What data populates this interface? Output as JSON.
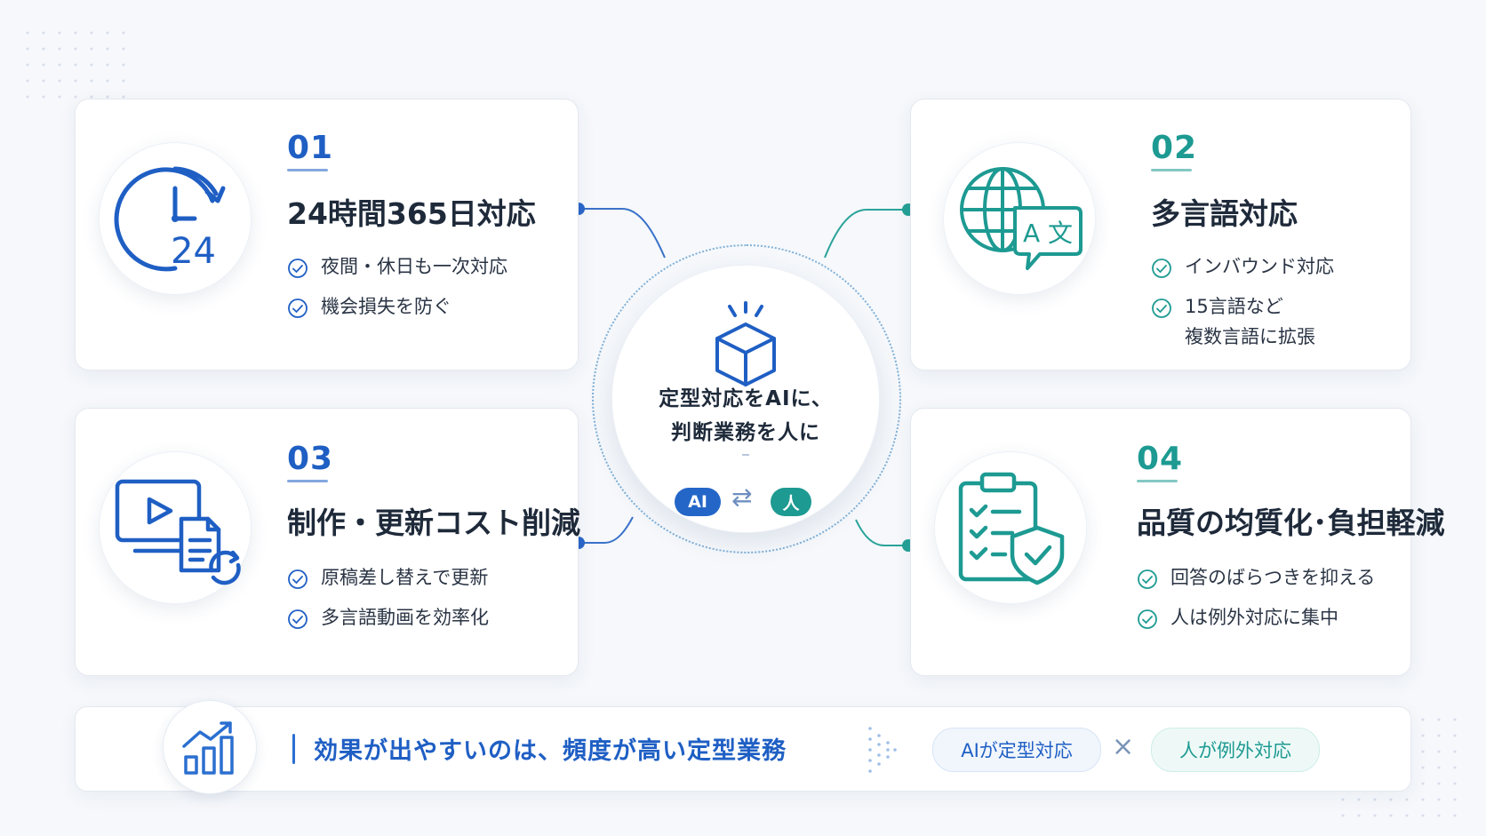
{
  "center": {
    "line1": "定型対応をAIに、",
    "line2": "判断業務を人に",
    "pill_ai": "AI",
    "pill_human": "人",
    "swap_symbol": "⇄"
  },
  "cards": [
    {
      "num": "01",
      "title": "24時間365日対応",
      "icon_text": "24",
      "items": [
        "夜間・休日も一次対応",
        "機会損失を防ぐ"
      ]
    },
    {
      "num": "02",
      "title": "多言語対応",
      "icon_text": "A 文",
      "items": [
        "インバウンド対応",
        "15言語など\n複数言語に拡張"
      ]
    },
    {
      "num": "03",
      "title": "制作・更新コスト削減",
      "items": [
        "原稿差し替えで更新",
        "多言語動画を効率化"
      ]
    },
    {
      "num": "04",
      "title": "品質の均質化･負担軽減",
      "items": [
        "回答のばらつきを抑える",
        "人は例外対応に集中"
      ]
    }
  ],
  "bottom": {
    "message": "効果が出やすいのは、頻度が高い定型業務",
    "tag_ai": "AIが定型対応",
    "times": "×",
    "tag_human": "人が例外対応"
  },
  "colors": {
    "blue": "#1f5fc4",
    "teal": "#1d9a92"
  }
}
